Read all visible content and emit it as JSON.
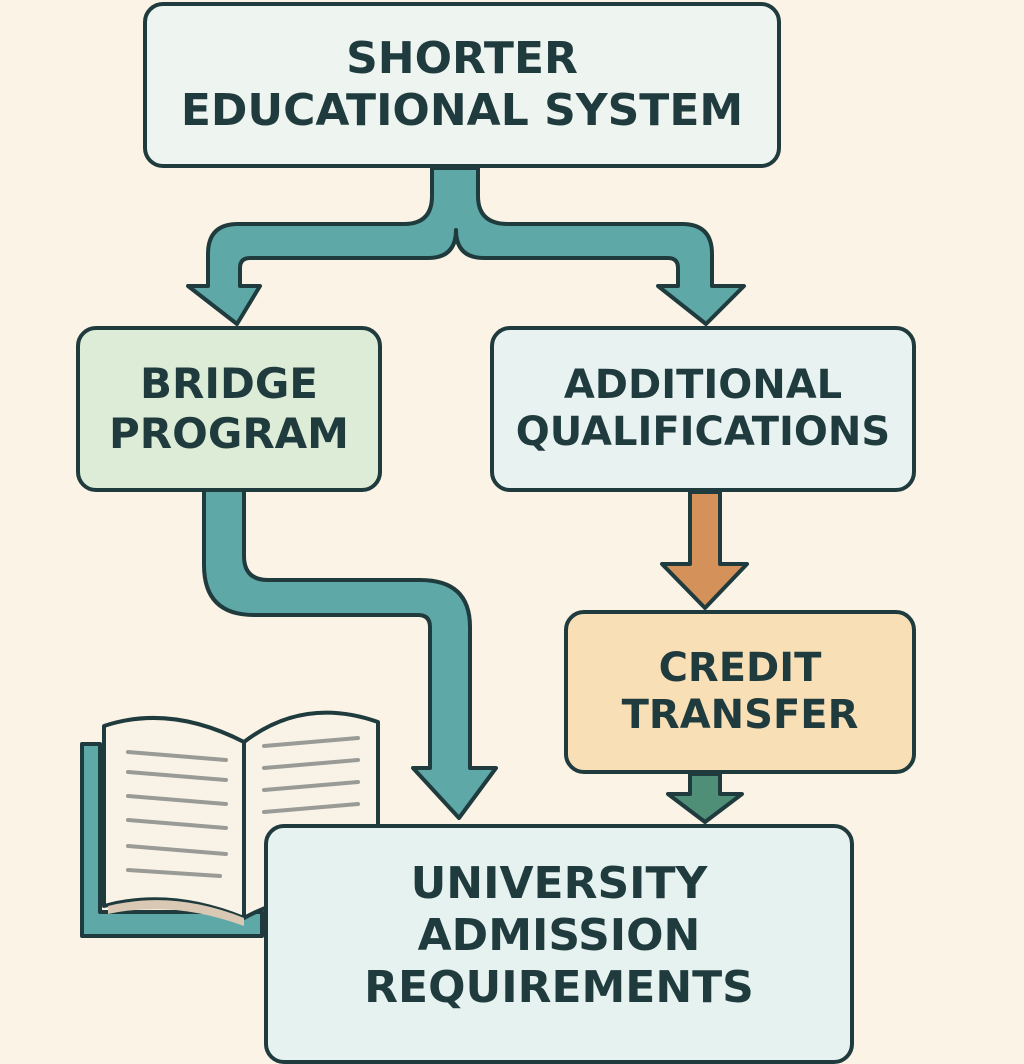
{
  "diagram": {
    "nodes": {
      "top": {
        "line1": "Shorter",
        "line2": "Educational System"
      },
      "bridge": {
        "line1": "Bridge",
        "line2": "Program"
      },
      "additional": {
        "line1": "Additional",
        "line2": "Qualifications"
      },
      "credit": {
        "line1": "Credit",
        "line2": "Transfer"
      },
      "university": {
        "line1": "University",
        "line2": "Admission",
        "line3": "Requirements"
      }
    },
    "edges": [
      {
        "from": "top",
        "to": "bridge"
      },
      {
        "from": "top",
        "to": "additional"
      },
      {
        "from": "bridge",
        "to": "university"
      },
      {
        "from": "additional",
        "to": "credit"
      },
      {
        "from": "credit",
        "to": "university"
      }
    ],
    "colors": {
      "background": "#fbf4e6",
      "outline": "#1f3b3e",
      "teal_arrow": "#5fa8a8",
      "orange_arrow": "#d4915a",
      "green_arrow": "#4f8f78",
      "bridge_fill": "#dcecd6",
      "credit_fill": "#f9dfb6"
    },
    "icons": [
      "open-book-icon"
    ]
  }
}
